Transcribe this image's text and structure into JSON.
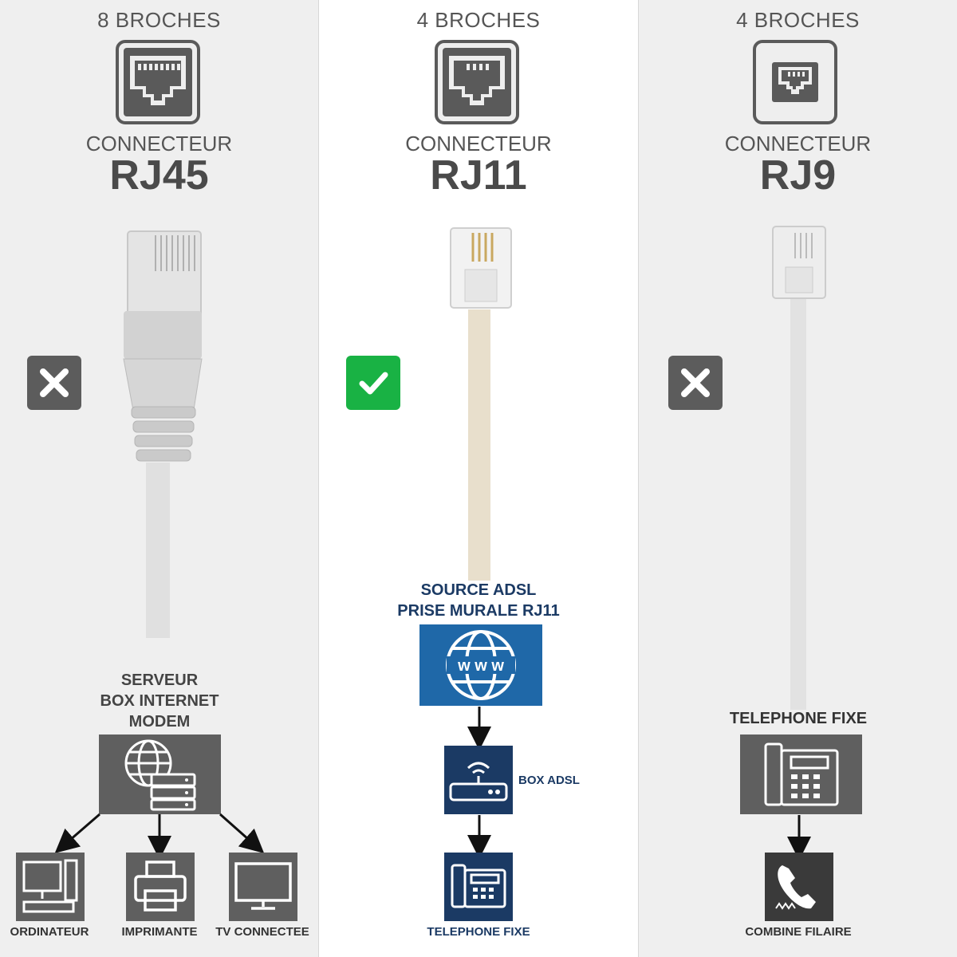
{
  "columns": {
    "left": {
      "pins": "8 BROCHES",
      "connector_label": "CONNECTEUR",
      "connector_type": "RJ45",
      "status": "x-icon",
      "device_lines": [
        "SERVEUR",
        "BOX INTERNET",
        "MODEM"
      ],
      "devices": [
        "ORDINATEUR",
        "IMPRIMANTE",
        "TV CONNECTEE"
      ]
    },
    "middle": {
      "pins": "4 BROCHES",
      "connector_label": "CONNECTEUR",
      "connector_type": "RJ11",
      "status": "check-icon",
      "source_lines": [
        "SOURCE ADSL",
        "PRISE MURALE RJ11"
      ],
      "box_label": "BOX ADSL",
      "phone_label": "TELEPHONE FIXE"
    },
    "right": {
      "pins": "4 BROCHES",
      "connector_label": "CONNECTEUR",
      "connector_type": "RJ9",
      "status": "x-icon",
      "device_label": "TELEPHONE FIXE",
      "handset_label": "COMBINE FILAIRE"
    }
  },
  "colors": {
    "dark_gray": "#5f5f5f",
    "navy": "#1b3a64",
    "blue": "#1f68a8",
    "green": "#19b244",
    "badge_gray": "#5c5c5c"
  }
}
